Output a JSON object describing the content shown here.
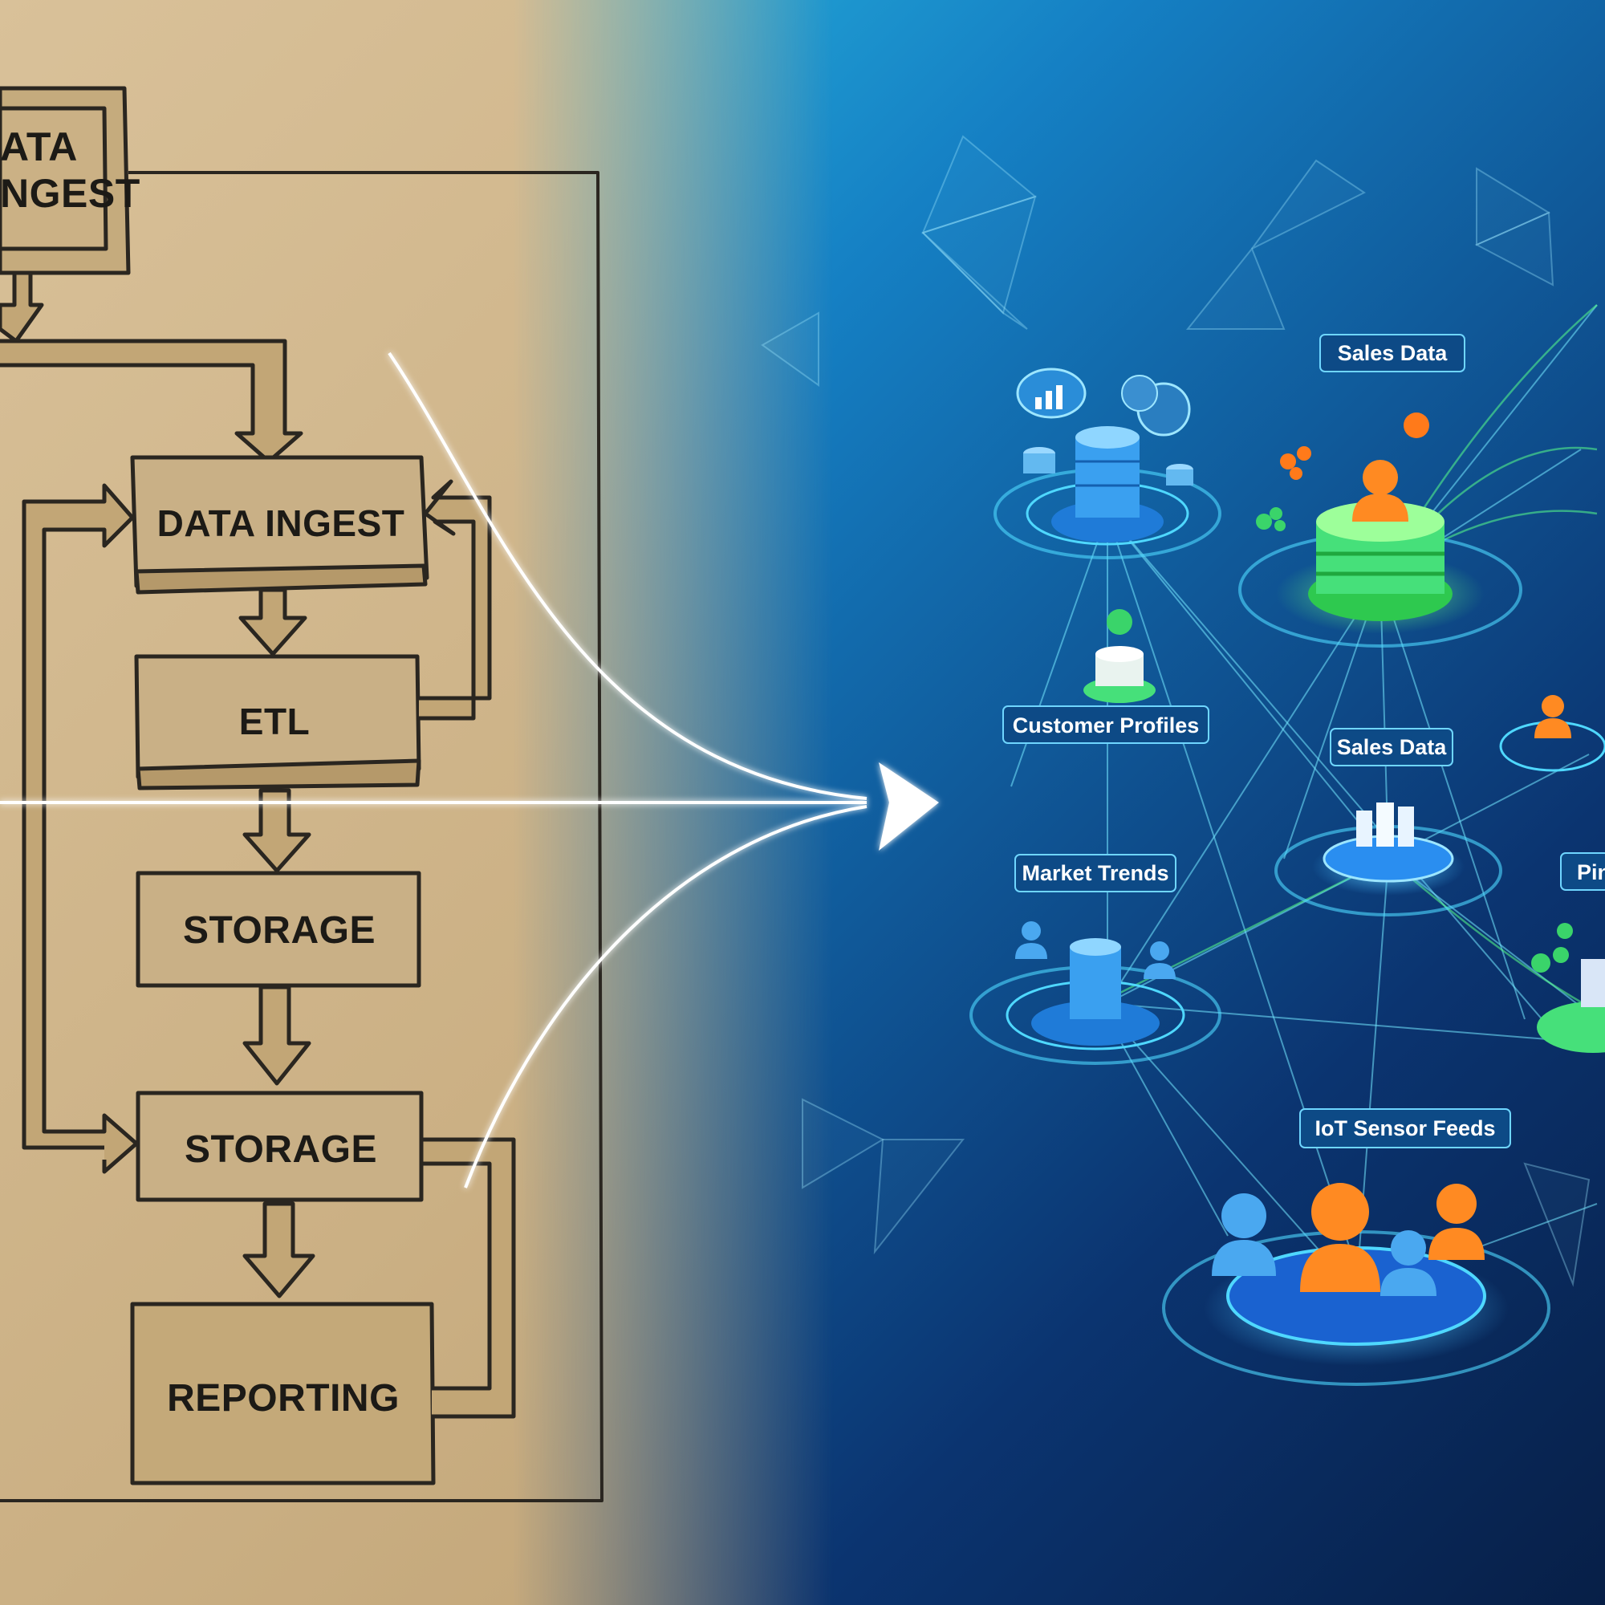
{
  "flowchart": {
    "top_box": {
      "line1": "ATA",
      "line2": "NGEST"
    },
    "boxes": [
      {
        "label": "DATA INGEST"
      },
      {
        "label": "ETL"
      },
      {
        "label": "STORAGE"
      },
      {
        "label": "STORAGE"
      },
      {
        "label": "REPORTING"
      }
    ]
  },
  "network": {
    "labels": [
      {
        "text": "Sales Data"
      },
      {
        "text": "Customer Profiles"
      },
      {
        "text": "Sales Data"
      },
      {
        "text": "Market Trends"
      },
      {
        "text": "Pin"
      },
      {
        "text": "IoT Sensor Feeds"
      }
    ]
  },
  "colors": {
    "paper": "#cdb48a",
    "ink": "#2a2620",
    "glow_blue": "#3fb8ff",
    "glow_green": "#46e07a",
    "accent_orange": "#ff8a22"
  }
}
